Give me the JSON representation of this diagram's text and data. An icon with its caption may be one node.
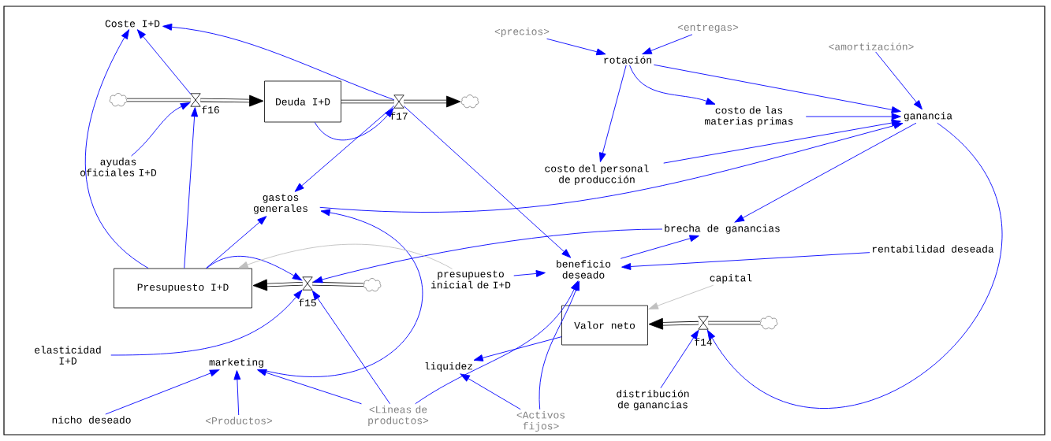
{
  "diagram": {
    "nodes": [
      {
        "text": [
          "Coste I+D"
        ]
      },
      {
        "text": [
          "<precios>"
        ]
      },
      {
        "text": [
          "<entregas>"
        ]
      },
      {
        "text": [
          "rotación"
        ]
      },
      {
        "text": [
          "<amortización>"
        ]
      },
      {
        "text": [],
        "shape": "cloud"
      },
      {
        "text": [
          "f16"
        ]
      },
      {
        "text": [
          "Deuda I+D"
        ]
      },
      {
        "text": [
          "f17"
        ]
      },
      {
        "text": [],
        "shape": "cloud"
      },
      {
        "text": [
          "costo de las materias primas"
        ]
      },
      {
        "text": [
          "ganancia"
        ]
      },
      {
        "text": [
          "ayudas oficiales I+D"
        ]
      },
      {
        "text": [
          "costo del personal de producción"
        ]
      },
      {
        "text": [
          "gastos generales"
        ]
      },
      {
        "text": [
          "brecha de ganancias"
        ]
      },
      {
        "text": [
          "rentabilidad deseada"
        ]
      },
      {
        "text": [
          "beneficio deseado"
        ]
      },
      {
        "text": [
          "Presupuesto I+D"
        ]
      },
      {
        "text": [
          "f15"
        ]
      },
      {
        "text": [],
        "shape": "cloud"
      },
      {
        "text": [
          "presupuesto inicial de I+D"
        ]
      },
      {
        "text": [
          "capital"
        ]
      },
      {
        "text": [
          "Valor neto"
        ]
      },
      {
        "text": [
          "f14"
        ]
      },
      {
        "text": [],
        "shape": "cloud"
      },
      {
        "text": [
          "elasticidad I+D"
        ]
      },
      {
        "text": [
          "marketing"
        ]
      },
      {
        "text": [
          "liquidez"
        ]
      },
      {
        "text": [
          "distribución de ganancias"
        ]
      },
      {
        "text": [
          "nicho deseado"
        ]
      },
      {
        "text": [
          "<Productos>"
        ]
      },
      {
        "text": [
          "<Lineas de productos>"
        ]
      },
      {
        "text": [
          "<Activos fijos>"
        ]
      }
    ],
    "edges": [
      {
        "from": 5,
        "to": 6,
        "arrow": "none",
        "style": "thick",
        "color": "#000000"
      },
      {
        "from": 6,
        "to": 7,
        "arrow": "to",
        "style": "thick",
        "color": "#000000"
      },
      {
        "from": 7,
        "to": 8,
        "arrow": "none",
        "style": "thick",
        "color": "#000000"
      },
      {
        "from": 8,
        "to": 9,
        "arrow": "to",
        "style": "thick",
        "color": "#000000"
      },
      {
        "from": 20,
        "to": 19,
        "arrow": "none",
        "style": "thick",
        "color": "#000000"
      },
      {
        "from": 19,
        "to": 18,
        "arrow": "to",
        "style": "thick",
        "color": "#000000"
      },
      {
        "from": 25,
        "to": 24,
        "arrow": "none",
        "style": "thick",
        "color": "#000000"
      },
      {
        "from": 24,
        "to": 23,
        "arrow": "to",
        "style": "thick",
        "color": "#000000"
      },
      {
        "from": 1,
        "to": 3,
        "arrow": "to"
      },
      {
        "from": 2,
        "to": 3,
        "arrow": "to"
      },
      {
        "from": 3,
        "to": 11,
        "arrow": "to"
      },
      {
        "from": 3,
        "to": 10,
        "arrow": "to"
      },
      {
        "from": 3,
        "to": 13,
        "arrow": "to"
      },
      {
        "from": 4,
        "to": 11,
        "arrow": "to"
      },
      {
        "from": 10,
        "to": 11,
        "arrow": "to"
      },
      {
        "from": 13,
        "to": 11,
        "arrow": "to"
      },
      {
        "from": 14,
        "to": 11,
        "arrow": "to"
      },
      {
        "from": 11,
        "to": 15,
        "arrow": "to"
      },
      {
        "from": 11,
        "to": 24,
        "arrow": "to"
      },
      {
        "from": 12,
        "to": 6,
        "arrow": "to"
      },
      {
        "from": 6,
        "to": 0,
        "arrow": "to"
      },
      {
        "from": 18,
        "to": 6,
        "arrow": "to"
      },
      {
        "from": 18,
        "to": 0,
        "arrow": "to"
      },
      {
        "from": 7,
        "to": 8,
        "arrow": "to"
      },
      {
        "from": 8,
        "to": 0,
        "arrow": "to"
      },
      {
        "from": 8,
        "to": 17,
        "arrow": "to"
      },
      {
        "from": 8,
        "to": 14,
        "arrow": "to"
      },
      {
        "from": 27,
        "to": 14,
        "arrow": "to"
      },
      {
        "from": 18,
        "to": 14,
        "arrow": "to"
      },
      {
        "from": 18,
        "to": 19,
        "arrow": "to"
      },
      {
        "from": 15,
        "to": 19,
        "arrow": "to"
      },
      {
        "from": 17,
        "to": 15,
        "arrow": "to"
      },
      {
        "from": 16,
        "to": 17,
        "arrow": "to"
      },
      {
        "from": 21,
        "to": 17,
        "arrow": "to"
      },
      {
        "from": 32,
        "to": 17,
        "arrow": "to"
      },
      {
        "from": 33,
        "to": 17,
        "arrow": "to"
      },
      {
        "from": 23,
        "to": 28,
        "arrow": "to"
      },
      {
        "from": 33,
        "to": 28,
        "arrow": "to"
      },
      {
        "from": 22,
        "to": 23,
        "arrow": "to",
        "color": "#c0c0c0"
      },
      {
        "from": 29,
        "to": 24,
        "arrow": "to"
      },
      {
        "from": 21,
        "to": 18,
        "arrow": "to",
        "color": "#c0c0c0"
      },
      {
        "from": 26,
        "to": 19,
        "arrow": "to"
      },
      {
        "from": 32,
        "to": 19,
        "arrow": "to"
      },
      {
        "from": 30,
        "to": 27,
        "arrow": "to"
      },
      {
        "from": 31,
        "to": 27,
        "arrow": "to"
      },
      {
        "from": 32,
        "to": 27,
        "arrow": "to"
      }
    ]
  }
}
